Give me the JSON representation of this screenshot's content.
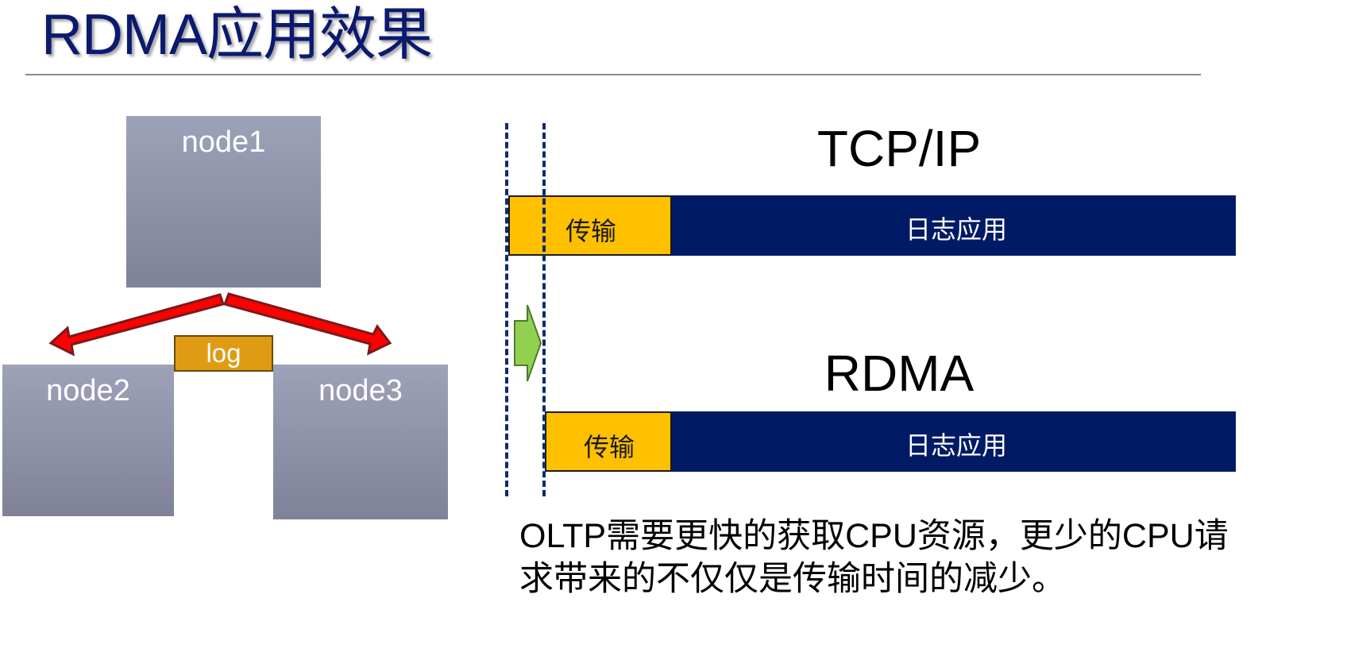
{
  "title": "RDMA应用效果",
  "nodes": {
    "node1": "node1",
    "node2": "node2",
    "node3": "node3"
  },
  "log_label": "log",
  "tcp": {
    "label": "TCP/IP",
    "transfer": "传输",
    "apply": "日志应用"
  },
  "rdma": {
    "label": "RDMA",
    "transfer": "传输",
    "apply": "日志应用"
  },
  "caption": {
    "line1": "OLTP需要更快的获取CPU资源，更少的CPU请",
    "line2": "求带来的不仅仅是传输时间的减少。"
  },
  "colors": {
    "title": "#0b1a6e",
    "node": "#8e91a8",
    "log": "#e09b14",
    "transfer_bar": "#ffc000",
    "apply_bar": "#001a66",
    "arrow_red": "#ff0000",
    "arrow_green": "#92d050",
    "dashed_line": "#14286e"
  }
}
